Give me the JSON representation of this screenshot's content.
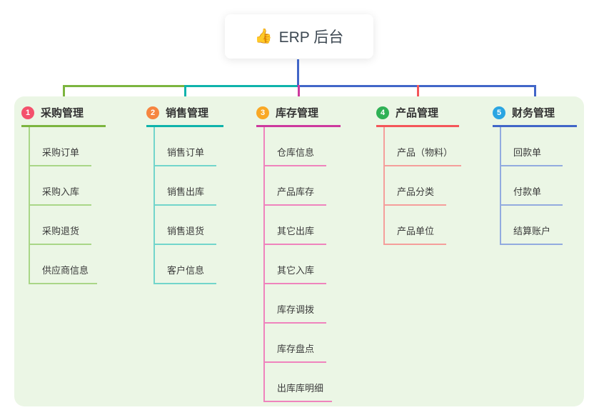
{
  "root": {
    "icon": "👍",
    "label": "ERP 后台"
  },
  "colors": {
    "root_line": "#4166c8",
    "panel_bg": "#ebf6e5"
  },
  "branches": [
    {
      "badge": "1",
      "label": "采购管理",
      "badge_color": "#f4516c",
      "line_color": "#7cb53f",
      "child_line_color": "#a9d687",
      "children": [
        "采购订单",
        "采购入库",
        "采购退货",
        "供应商信息"
      ]
    },
    {
      "badge": "2",
      "label": "销售管理",
      "badge_color": "#f68540",
      "line_color": "#0fb3ab",
      "child_line_color": "#72d5cb",
      "children": [
        "销售订单",
        "销售出库",
        "销售退货",
        "客户信息"
      ]
    },
    {
      "badge": "3",
      "label": "库存管理",
      "badge_color": "#f9a825",
      "line_color": "#cd3a9e",
      "child_line_color": "#ef83bd",
      "children": [
        "仓库信息",
        "产品库存",
        "其它出库",
        "其它入库",
        "库存调拨",
        "库存盘点",
        "出库库明细"
      ]
    },
    {
      "badge": "4",
      "label": "产品管理",
      "badge_color": "#2fb155",
      "line_color": "#f4565a",
      "child_line_color": "#f59e9b",
      "children": [
        "产品（物料）",
        "产品分类",
        "产品单位"
      ]
    },
    {
      "badge": "5",
      "label": "财务管理",
      "badge_color": "#2aa5e2",
      "line_color": "#4166c8",
      "child_line_color": "#92abdf",
      "children": [
        "回款单",
        "付款单",
        "结算账户"
      ]
    }
  ]
}
